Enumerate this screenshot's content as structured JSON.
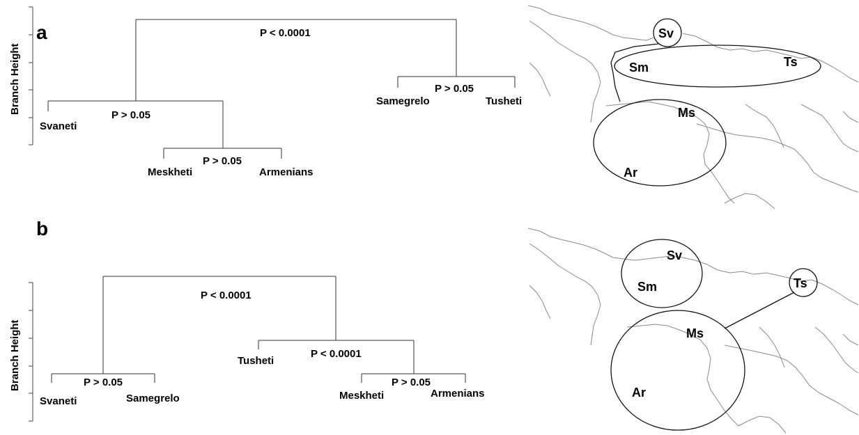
{
  "panel_a": {
    "letter": "a",
    "axis_title": "Branch Height",
    "leaves": {
      "svaneti": "Svaneti",
      "meskheti": "Meskheti",
      "armenians": "Armenians",
      "samegrelo": "Samegrelo",
      "tusheti": "Tusheti"
    },
    "pvalues": {
      "root": "P < 0.0001",
      "svaneti_cluster": "P > 0.05",
      "meskheti_armenians": "P > 0.05",
      "samegrelo_tusheti": "P > 0.05"
    },
    "map_labels": {
      "sv": "Sv",
      "sm": "Sm",
      "ts": "Ts",
      "ms": "Ms",
      "ar": "Ar"
    }
  },
  "panel_b": {
    "letter": "b",
    "axis_title": "Branch Height",
    "leaves": {
      "svaneti": "Svaneti",
      "samegrelo": "Samegrelo",
      "tusheti": "Tusheti",
      "meskheti": "Meskheti",
      "armenians": "Armenians"
    },
    "pvalues": {
      "root": "P < 0.0001",
      "svaneti_samegrelo": "P > 0.05",
      "tusheti_cluster": "P < 0.0001",
      "meskheti_armenians": "P > 0.05"
    },
    "map_labels": {
      "sv": "Sv",
      "sm": "Sm",
      "ts": "Ts",
      "ms": "Ms",
      "ar": "Ar"
    }
  }
}
